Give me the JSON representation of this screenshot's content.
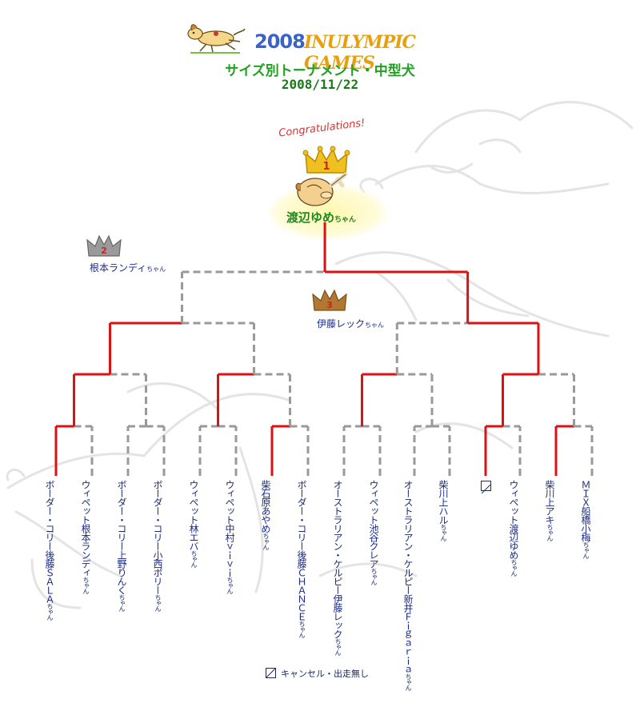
{
  "header": {
    "logo_year": "2008",
    "logo_title": "INULYMPIC GAMES",
    "subtitle": "サイズ別トーナメント・中型犬",
    "date": "2008/11/22"
  },
  "awards": {
    "congrats": "Congratulations!",
    "first": {
      "rank": "1",
      "name": "渡辺ゆめ",
      "suffix": "ちゃん"
    },
    "second": {
      "rank": "2",
      "name": "根本ランディ",
      "suffix": "ちゃん"
    },
    "third": {
      "rank": "3",
      "name": "伊藤レック",
      "suffix": "ちゃん"
    }
  },
  "colors": {
    "win_line": "#dd1111",
    "lose_line": "#999999",
    "gold": "#f0c020",
    "silver": "#9a9a9a",
    "bronze": "#b07830"
  },
  "entries": [
    {
      "breed": "ボーダー・コリー",
      "name": "後藤ＳＡＬＡ",
      "suffix": "ちゃん"
    },
    {
      "breed": "ウィペット",
      "name": "根本ランディ",
      "suffix": "ちゃん"
    },
    {
      "breed": "ボーダー・コリー",
      "name": "上野りんく",
      "suffix": "ちゃん"
    },
    {
      "breed": "ボーダー・コリー",
      "name": "小西ポリー",
      "suffix": "ちゃん"
    },
    {
      "breed": "ウィペット",
      "name": "林エバ",
      "suffix": "ちゃん"
    },
    {
      "breed": "ウィペット",
      "name": "中村ｖｉｖｉ",
      "suffix": "ちゃん"
    },
    {
      "breed": "柴",
      "name": "石原あやめ",
      "suffix": "ちゃん"
    },
    {
      "breed": "ボーダー・コリー",
      "name": "後藤ＣＨＡＮＣＥ",
      "suffix": "ちゃん"
    },
    {
      "breed": "オーストラリアン・ケルピー",
      "name": "伊藤レック",
      "suffix": "ちゃん"
    },
    {
      "breed": "ウィペット",
      "name": "池谷クレア",
      "suffix": "ちゃん"
    },
    {
      "breed": "オーストラリアン・ケルピー",
      "name": "新井Ｆｉｇａｒｉａ",
      "suffix": "ちゃん"
    },
    {
      "breed": "柴",
      "name": "川上ハル",
      "suffix": "ちゃん"
    },
    {
      "breed": "",
      "name": "",
      "suffix": "",
      "cancelled": true
    },
    {
      "breed": "ウィペット",
      "name": "渡辺ゆめ",
      "suffix": "ちゃん"
    },
    {
      "breed": "柴",
      "name": "川上アキ",
      "suffix": "ちゃん"
    },
    {
      "breed": "ＭＩＸ",
      "name": "船橋小梅",
      "suffix": "ちゃん"
    }
  ],
  "bracket": {
    "round1_winners": [
      1,
      2,
      4,
      7,
      8,
      10,
      13,
      15
    ],
    "round2_winners": [
      1,
      4,
      8,
      13
    ],
    "semifinal_winners": [
      1,
      13
    ],
    "final_winner": 13
  },
  "legend": {
    "label": "キャンセル・出走無し"
  }
}
